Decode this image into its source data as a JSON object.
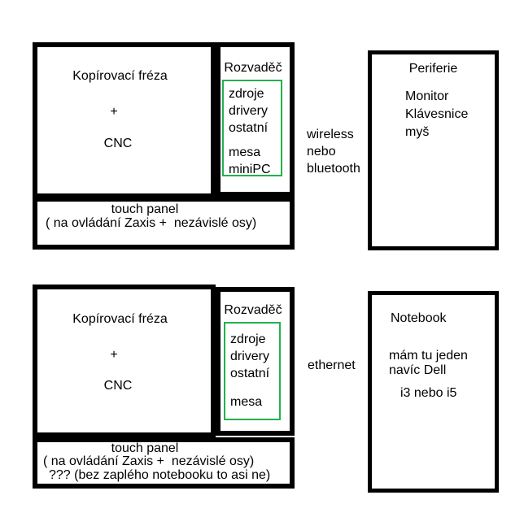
{
  "colors": {
    "background": "#ffffff",
    "box_border": "#000000",
    "inner_box_border": "#22b14c",
    "text": "#000000"
  },
  "top_section": {
    "machine_box": {
      "title": "Kopírovací fréza",
      "plus": "+",
      "subtitle": "CNC"
    },
    "cabinet_box": {
      "title": "Rozvaděč",
      "components": [
        "zdroje",
        "drivery",
        "ostatní"
      ],
      "components2": [
        "mesa",
        "miniPC"
      ]
    },
    "touch_panel_box": {
      "title": "touch panel",
      "note": "( na ovládání Zaxis +  nezávislé osy)"
    },
    "connection_label": {
      "lines": [
        "wireless",
        "nebo",
        "bluetooth"
      ]
    },
    "peripherals_box": {
      "title": "Periferie",
      "items": [
        "Monitor",
        "Klávesnice",
        "myš"
      ]
    }
  },
  "bottom_section": {
    "machine_box": {
      "title": "Kopírovací fréza",
      "plus": "+",
      "subtitle": "CNC"
    },
    "cabinet_box": {
      "title": "Rozvaděč",
      "components": [
        "zdroje",
        "drivery",
        "ostatní"
      ],
      "components2": [
        "mesa"
      ]
    },
    "touch_panel_box": {
      "title": "touch panel",
      "note": "( na ovládání Zaxis +  nezávislé osy)",
      "question": "??? (bez zaplého notebooku to asi ne)"
    },
    "connection_label": {
      "lines": [
        "ethernet"
      ]
    },
    "notebook_box": {
      "title": "Notebook",
      "lines": [
        "mám tu jeden",
        "navíc Dell"
      ],
      "indented_line": "i3 nebo i5"
    }
  }
}
